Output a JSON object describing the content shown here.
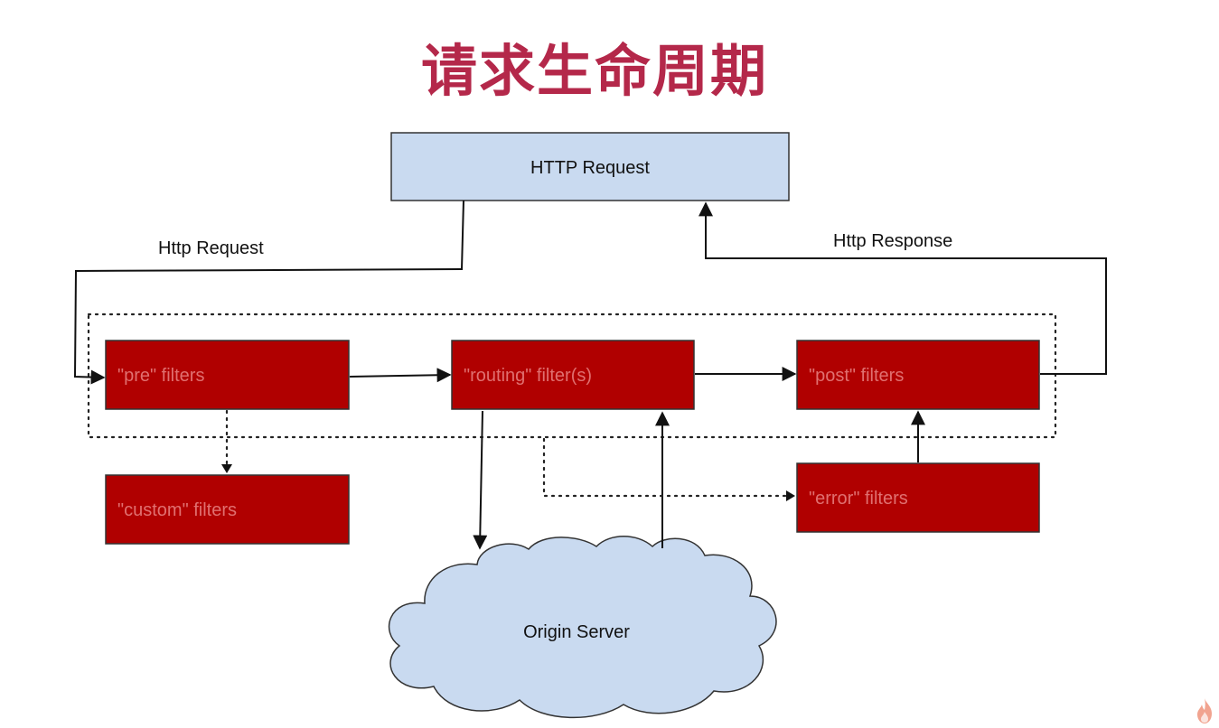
{
  "title": "请求生命周期",
  "nodes": {
    "http_request": "HTTP Request",
    "pre": "\"pre\" filters",
    "routing": "\"routing\" filter(s)",
    "post": "\"post\" filters",
    "custom": "\"custom\" filters",
    "error": "\"error\" filters",
    "origin": "Origin Server"
  },
  "edges": {
    "http_request_label": "Http Request",
    "http_response_label": "Http Response"
  },
  "colors": {
    "title": "#b4284a",
    "filter_box": "#b00000",
    "request_box": "#c9daf0",
    "cloud": "#c9daf0"
  },
  "icons": {
    "corner": "flame-icon"
  }
}
